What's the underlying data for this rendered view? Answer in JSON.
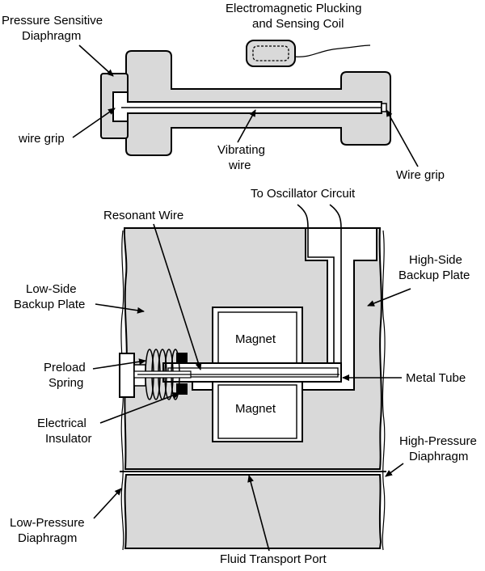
{
  "top_diagram": {
    "labels": {
      "pressure_sensitive_diaphragm": [
        "Pressure Sensitive",
        "Diaphragm"
      ],
      "electromagnetic_coil": [
        "Electromagnetic Plucking",
        "and Sensing Coil"
      ],
      "wire_grip_left": "wire grip",
      "vibrating_wire": [
        "Vibrating",
        "wire"
      ],
      "wire_grip_right": "Wire grip"
    }
  },
  "bottom_diagram": {
    "labels": {
      "to_oscillator_circuit": "To Oscillator Circuit",
      "resonant_wire": "Resonant Wire",
      "high_side_backup_plate": [
        "High-Side",
        "Backup Plate"
      ],
      "low_side_backup_plate": [
        "Low-Side",
        "Backup Plate"
      ],
      "magnet_top": "Magnet",
      "magnet_bottom": "Magnet",
      "preload_spring": [
        "Preload",
        "Spring"
      ],
      "metal_tube": "Metal Tube",
      "electrical_insulator": [
        "Electrical",
        "Insulator"
      ],
      "high_pressure_diaphragm": [
        "High-Pressure",
        "Diaphragm"
      ],
      "low_pressure_diaphragm": [
        "Low-Pressure",
        "Diaphragm"
      ],
      "fluid_transport_port": "Fluid Transport Port"
    }
  },
  "colors": {
    "body_fill": "#d9d9d9",
    "outline": "#000000",
    "background": "#ffffff"
  }
}
